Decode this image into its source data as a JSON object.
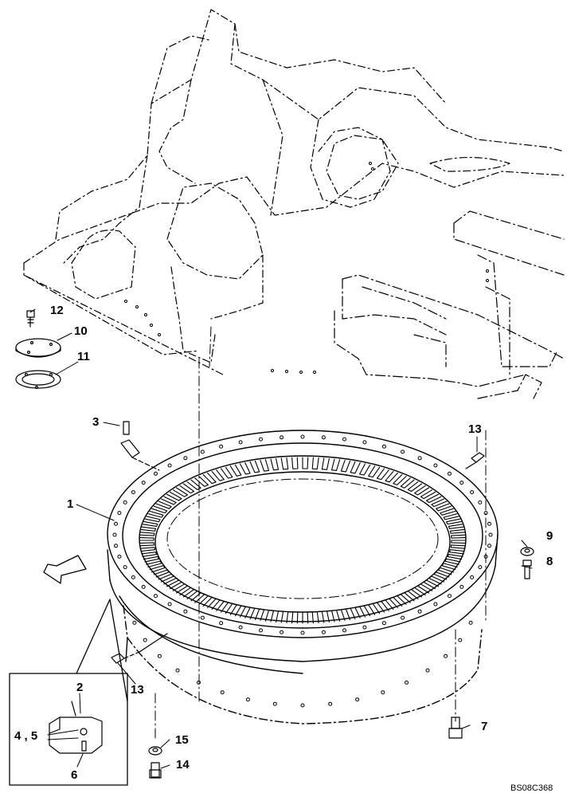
{
  "callouts": {
    "c1": "1",
    "c2": "2",
    "c3": "3",
    "c45": "4 , 5",
    "c6": "6",
    "c7": "7",
    "c8": "8",
    "c9": "9",
    "c10": "10",
    "c11": "11",
    "c12": "12",
    "c13a": "13",
    "c13b": "13",
    "c14": "14",
    "c15": "15"
  },
  "drawing_code": "BS08C368",
  "colors": {
    "line": "#000000",
    "background": "#ffffff"
  },
  "icons": {
    "front_direction": "hollow-arrow-left-down"
  }
}
